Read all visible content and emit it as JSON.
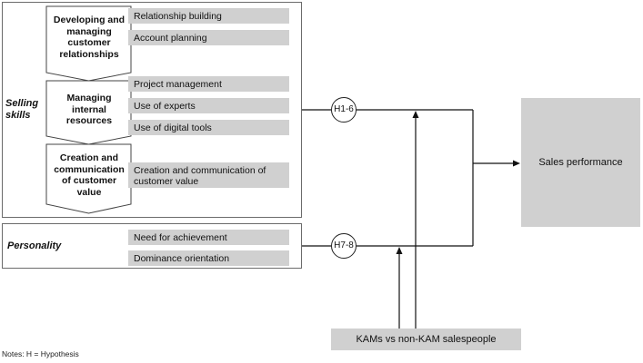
{
  "selling_skills": {
    "label_line1": "Selling",
    "label_line2": "skills",
    "groups": [
      {
        "label_lines": [
          "Developing and",
          "managing",
          "customer",
          "relationships"
        ],
        "skills": [
          "Relationship building",
          "Account planning"
        ]
      },
      {
        "label_lines": [
          "Managing",
          "internal",
          "resources"
        ],
        "skills": [
          "Project management",
          "Use of experts",
          "Use of digital tools"
        ]
      },
      {
        "label_lines": [
          "Creation and",
          "communication",
          "of customer",
          "value"
        ],
        "skills": [
          "Creation and communication of customer value"
        ]
      }
    ]
  },
  "personality": {
    "label": "Personality",
    "traits": [
      "Need for achievement",
      "Dominance orientation"
    ]
  },
  "hypotheses": {
    "selling": "H1-6",
    "personality": "H7-8"
  },
  "outcome": "Sales performance",
  "moderator": "KAMs vs non-KAM salespeople",
  "notes": "Notes: H = Hypothesis"
}
